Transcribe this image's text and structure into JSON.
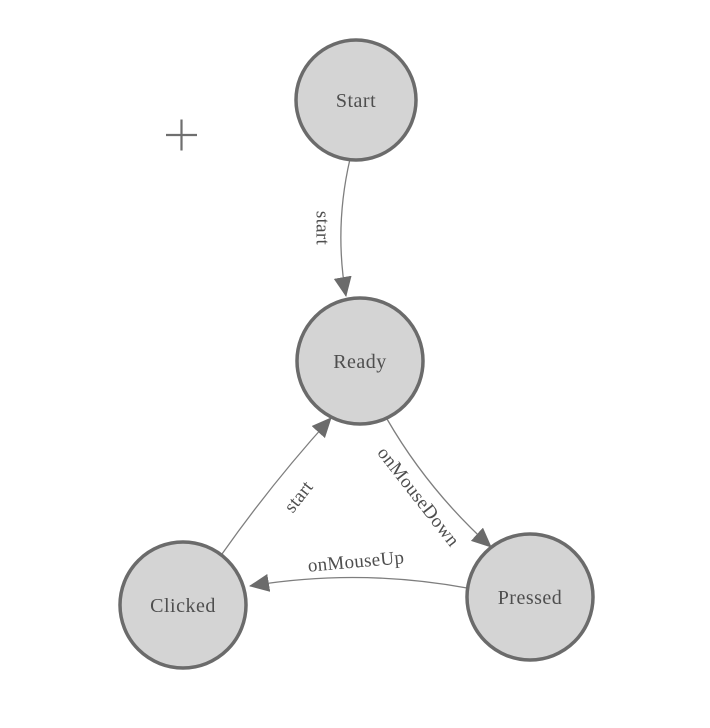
{
  "canvas": {
    "background": "#ffffff"
  },
  "palette": {
    "canvas_bg": "#ffffff",
    "node_fill": "#d4d4d4",
    "node_stroke": "#6b6b6b",
    "edge_color": "#7e7e7e",
    "arrow_color": "#6b6b6b",
    "label_color": "#4e4e4e",
    "origin_color": "#6f6f6f"
  },
  "origin_marker": {
    "symbol": "plus-crosshair"
  },
  "diagram": {
    "type": "state-machine",
    "nodes": [
      {
        "id": "start",
        "label": "Start"
      },
      {
        "id": "ready",
        "label": "Ready"
      },
      {
        "id": "clicked",
        "label": "Clicked"
      },
      {
        "id": "pressed",
        "label": "Pressed"
      }
    ],
    "edges": [
      {
        "from": "start",
        "to": "ready",
        "label": "start"
      },
      {
        "from": "ready",
        "to": "pressed",
        "label": "onMouseDown"
      },
      {
        "from": "pressed",
        "to": "clicked",
        "label": "onMouseUp"
      },
      {
        "from": "clicked",
        "to": "ready",
        "label": "start"
      }
    ]
  }
}
